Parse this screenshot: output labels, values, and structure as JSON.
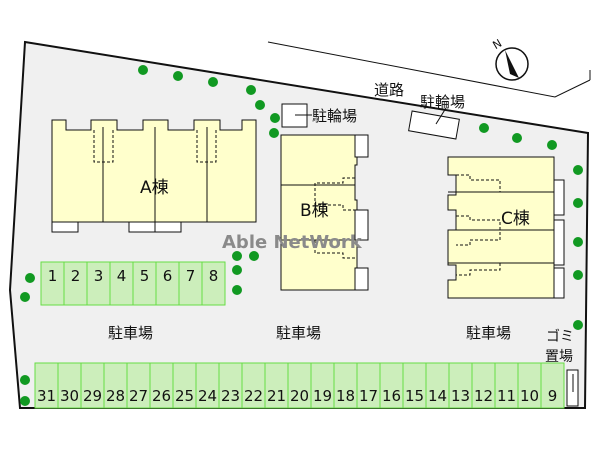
{
  "site": {
    "road_label": "道路",
    "bike_parking_label_1": "駐輪場",
    "bike_parking_label_2": "駐輪場",
    "building_a": "A棟",
    "building_b": "B棟",
    "building_c": "C棟",
    "parking_labels": [
      "駐車場",
      "駐車場",
      "駐車場"
    ],
    "garbage_label_line1": "ゴミ",
    "garbage_label_line2": "置場",
    "watermark": "Able NetWork",
    "compass_letter": "N"
  },
  "parking_top_row": [
    "1",
    "2",
    "3",
    "4",
    "5",
    "6",
    "7",
    "8"
  ],
  "parking_bottom_row": [
    "31",
    "30",
    "29",
    "28",
    "27",
    "26",
    "25",
    "24",
    "23",
    "22",
    "21",
    "20",
    "19",
    "18",
    "17",
    "16",
    "15",
    "14",
    "13",
    "12",
    "11",
    "10",
    "9"
  ],
  "colors": {
    "lot": "#f0f0f0",
    "building": "#ffffcc",
    "parking": "#cceebb",
    "parking_border": "#66dd44",
    "tree": "#119922",
    "watermark": "#8a8a8a"
  }
}
